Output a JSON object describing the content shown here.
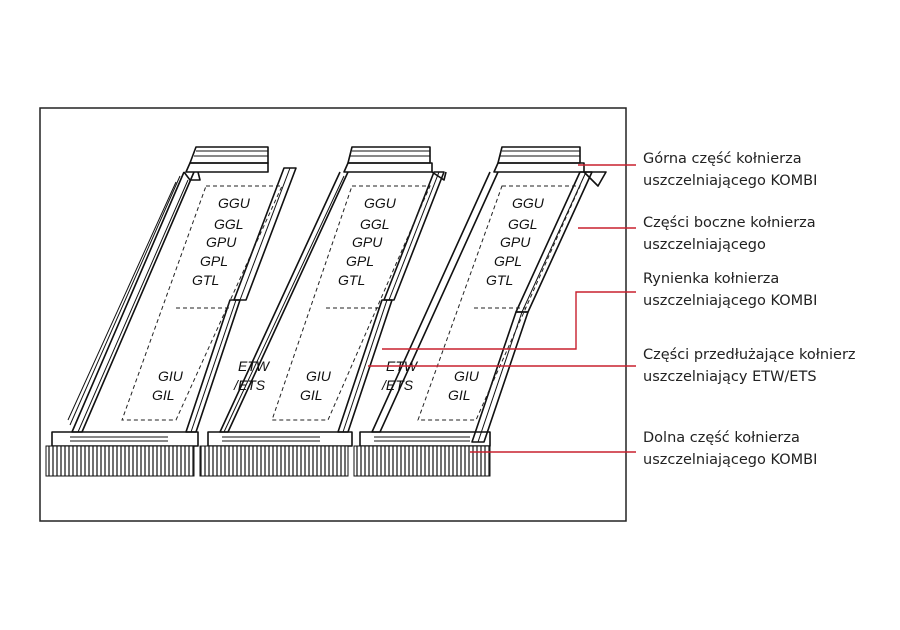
{
  "window_codes": {
    "upper": [
      "GGU",
      "GGL",
      "GPU",
      "GPL",
      "GTL"
    ],
    "lower": [
      "GIU",
      "GIL"
    ],
    "extension": [
      "ETW",
      "/ETS"
    ]
  },
  "legend": [
    {
      "line1": "Górna część kołnierza",
      "line2": "uszczelniającego KOMBI"
    },
    {
      "line1": "Części boczne kołnierza",
      "line2": "uszczelniającego"
    },
    {
      "line1": "Rynienka kołnierza",
      "line2": "uszczelniającego KOMBI"
    },
    {
      "line1": "Części przedłużające kołnierz",
      "line2": "uszczelniający ETW/ETS"
    },
    {
      "line1": "Dolna część kołnierza",
      "line2": "uszczelniającego KOMBI"
    }
  ],
  "colors": {
    "leader": "#c8202e",
    "ink": "#111111",
    "frame": "#222222"
  }
}
